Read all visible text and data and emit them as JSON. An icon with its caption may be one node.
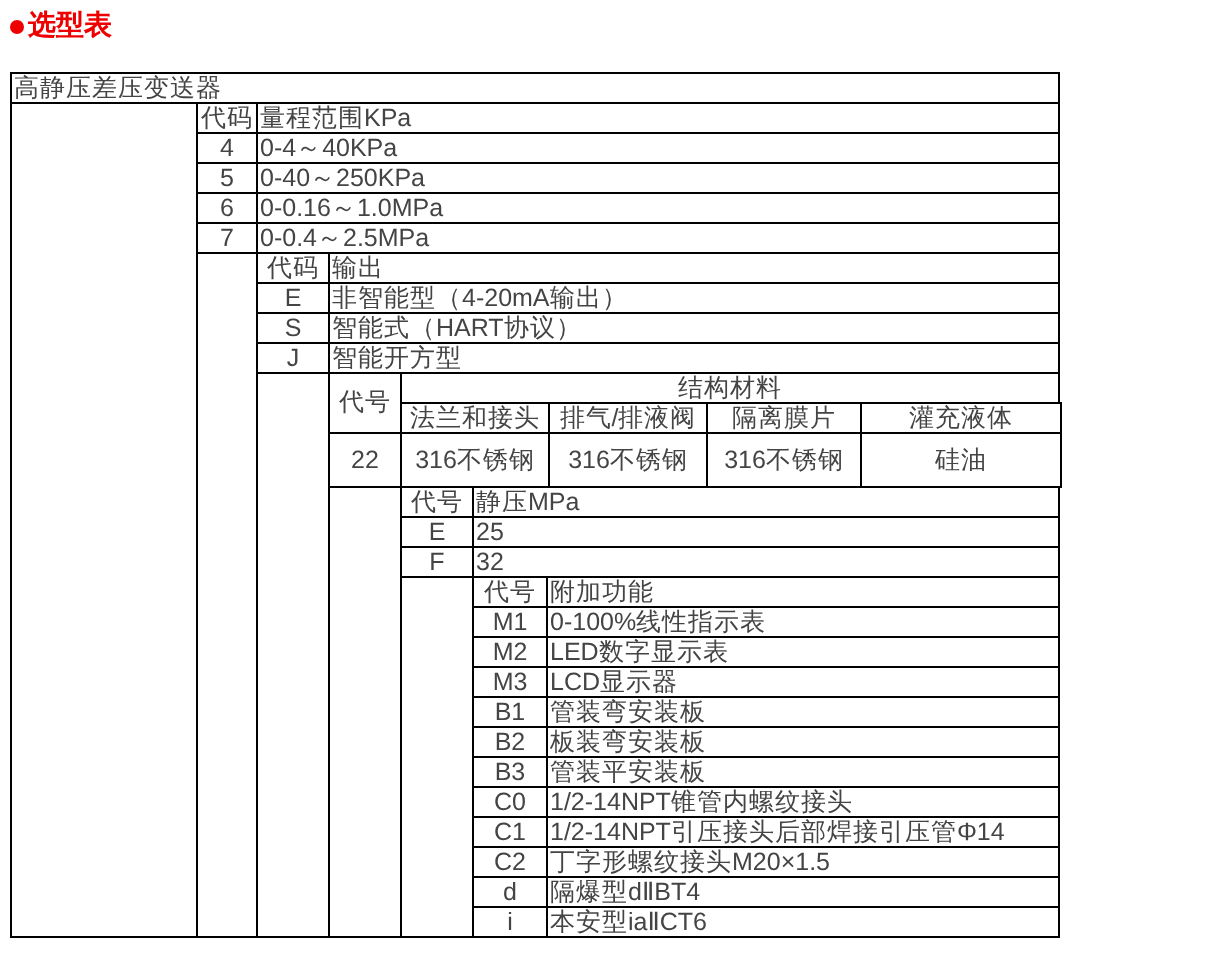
{
  "diagram": {
    "title": "选型表",
    "labels": [
      "高静压差压变送器",
      "代码",
      "量程范围KPa",
      "4",
      "0-4～40KPa",
      "5",
      "0-40～250KPa",
      "6",
      "0-0.16～1.0MPa",
      "7",
      "0-0.4～2.5MPa",
      "代码",
      "输出",
      "E",
      "非智能型（4-20mA输出）",
      "S",
      "智能式（HART协议）",
      "J",
      "智能开方型",
      "代号",
      "结构材料",
      "法兰和接头",
      "排气/排液阀",
      "隔离膜片",
      "灌充液体",
      "22",
      "316不锈钢",
      "316不锈钢",
      "316不锈钢",
      "硅油",
      "代号",
      "静压MPa",
      "E",
      "25",
      "F",
      "32",
      "代号",
      "附加功能",
      "M1",
      "0-100%线性指示表",
      "M2",
      "LED数字显示表",
      "M3",
      "LCD显示器",
      "B1",
      "管装弯安装板",
      "B2",
      "板装弯安装板",
      "B3",
      "管装平安装板",
      "C0",
      "1/2-14NPT锥管内螺纹接头",
      "C1",
      "1/2-14NPT引压接头后部焊接引压管Φ14",
      "C2",
      "丁字形螺纹接头M20×1.5",
      "d",
      "隔爆型dⅡBT4",
      "i",
      "本安型iaⅡCT6"
    ]
  }
}
